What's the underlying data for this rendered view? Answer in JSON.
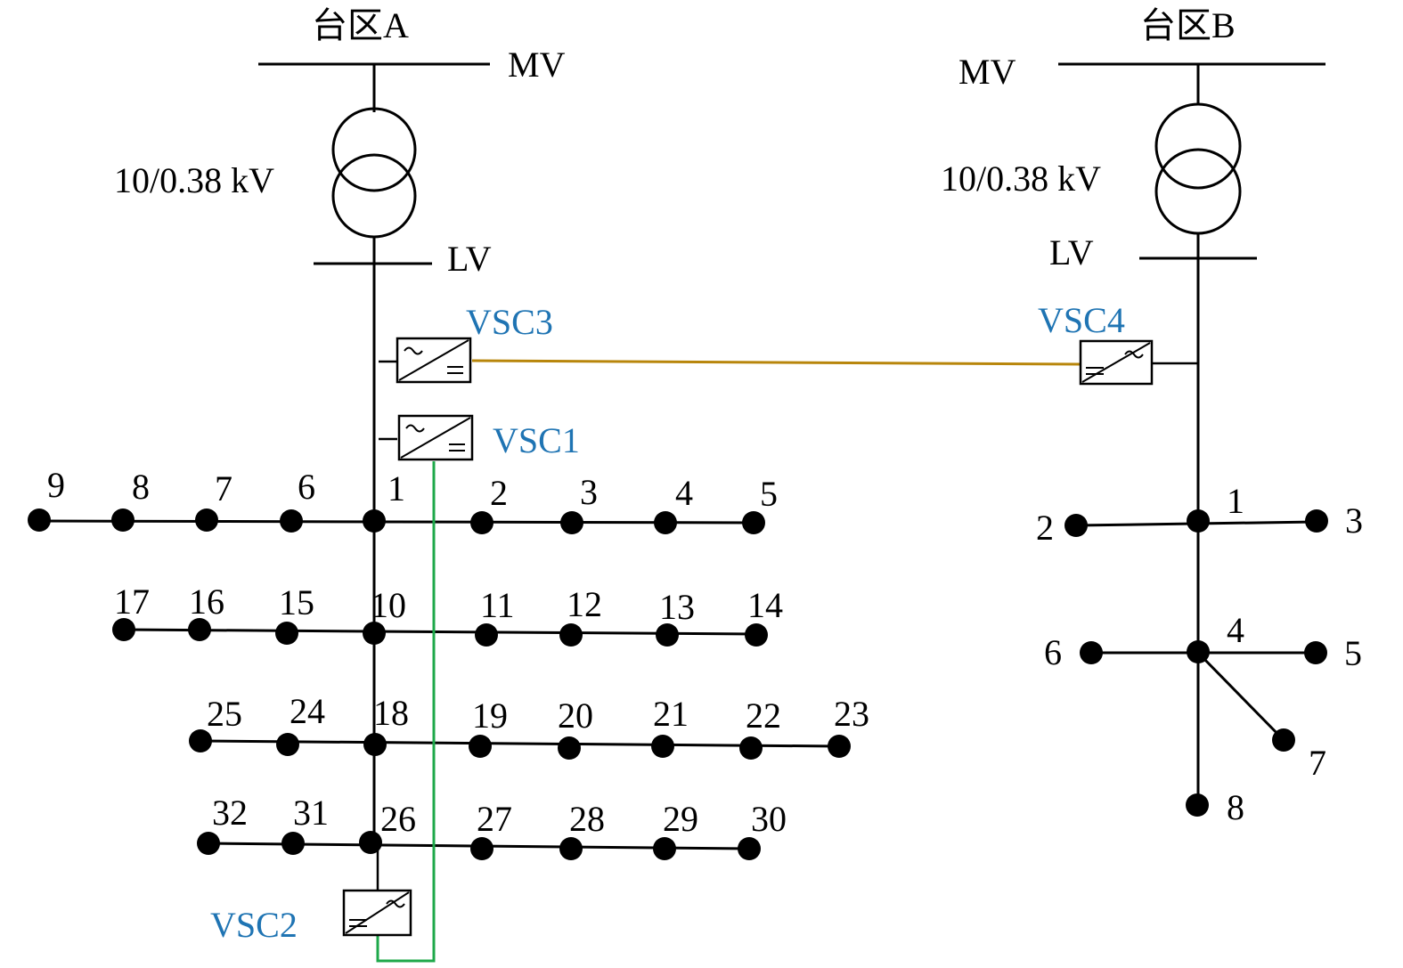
{
  "area_a": {
    "title": "台区A",
    "mv_label": "MV",
    "lv_label": "LV",
    "transformer_rating": "10/0.38 kV",
    "node_labels": [
      "1",
      "2",
      "3",
      "4",
      "5",
      "6",
      "7",
      "8",
      "9",
      "10",
      "11",
      "12",
      "13",
      "14",
      "15",
      "16",
      "17",
      "18",
      "19",
      "20",
      "21",
      "22",
      "23",
      "24",
      "25",
      "26",
      "27",
      "28",
      "29",
      "30",
      "31",
      "32"
    ]
  },
  "area_b": {
    "title": "台区B",
    "mv_label": "MV",
    "lv_label": "LV",
    "transformer_rating": "10/0.38 kV",
    "node_labels": [
      "1",
      "2",
      "3",
      "4",
      "5",
      "6",
      "7",
      "8"
    ]
  },
  "converters": {
    "vsc1": "VSC1",
    "vsc2": "VSC2",
    "vsc3": "VSC3",
    "vsc4": "VSC4"
  },
  "colors": {
    "line": "#000000",
    "vsc_label": "#1f74b3",
    "dc_link_vsc3_vsc4": "#b8860b",
    "dc_link_vsc1_vsc2": "#1ea84a"
  }
}
